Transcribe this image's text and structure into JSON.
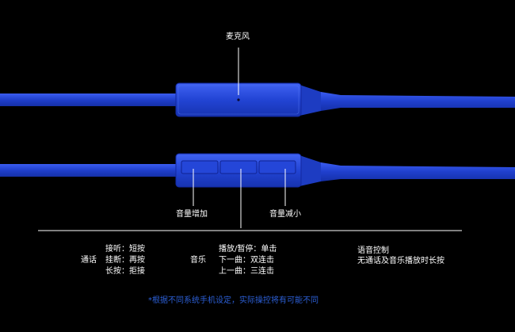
{
  "colors": {
    "background": "#000000",
    "cable": "#1f3fcc",
    "cable_highlight": "#3a5cf0",
    "text": "#ffffff",
    "note": "#2c5fd6",
    "line": "#ffffff"
  },
  "labels": {
    "microphone": "麦克风",
    "volume_up": "音量增加",
    "volume_down": "音量减小"
  },
  "functions": {
    "call": {
      "title": "通话",
      "lines": [
        "接听：短按",
        "挂断：再按",
        "长按：拒接"
      ]
    },
    "music": {
      "title": "音乐",
      "lines": [
        "播放/暂停：单击",
        "下一曲：双连击",
        "上一曲：三连击"
      ]
    },
    "voice": {
      "lines": [
        "语音控制",
        "无通话及音乐播放时长按"
      ]
    }
  },
  "footnote": "*根据不同系统手机设定，实际操控将有可能不同"
}
